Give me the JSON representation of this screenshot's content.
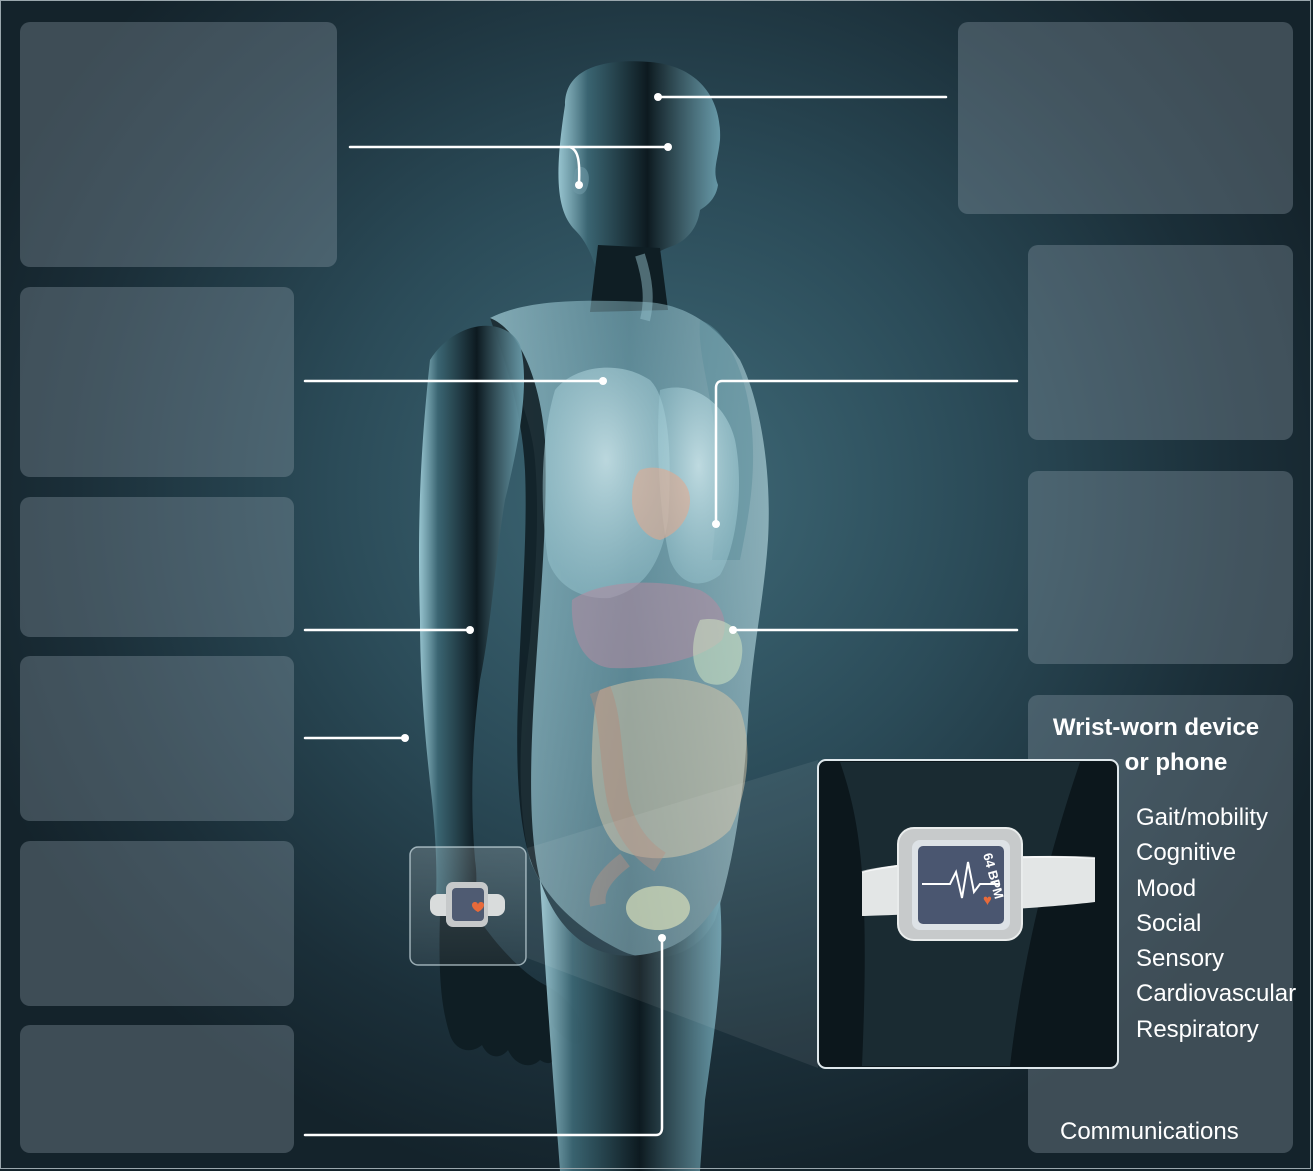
{
  "device": {
    "title_line1": "Wrist-worn device",
    "title_line2": "or phone",
    "screen_reading": "64 BPM"
  },
  "measures": [
    "Gait/mobility",
    "Cognitive",
    "Mood",
    "Social",
    "Sensory",
    "Cardiovascular",
    "Respiratory"
  ],
  "footer_item": "Communications",
  "colors": {
    "background": "#2b4b58",
    "panel": "#96a5af",
    "leader_line": "#ffffff",
    "text": "#ffffff"
  },
  "icons": [
    "heart-icon"
  ]
}
